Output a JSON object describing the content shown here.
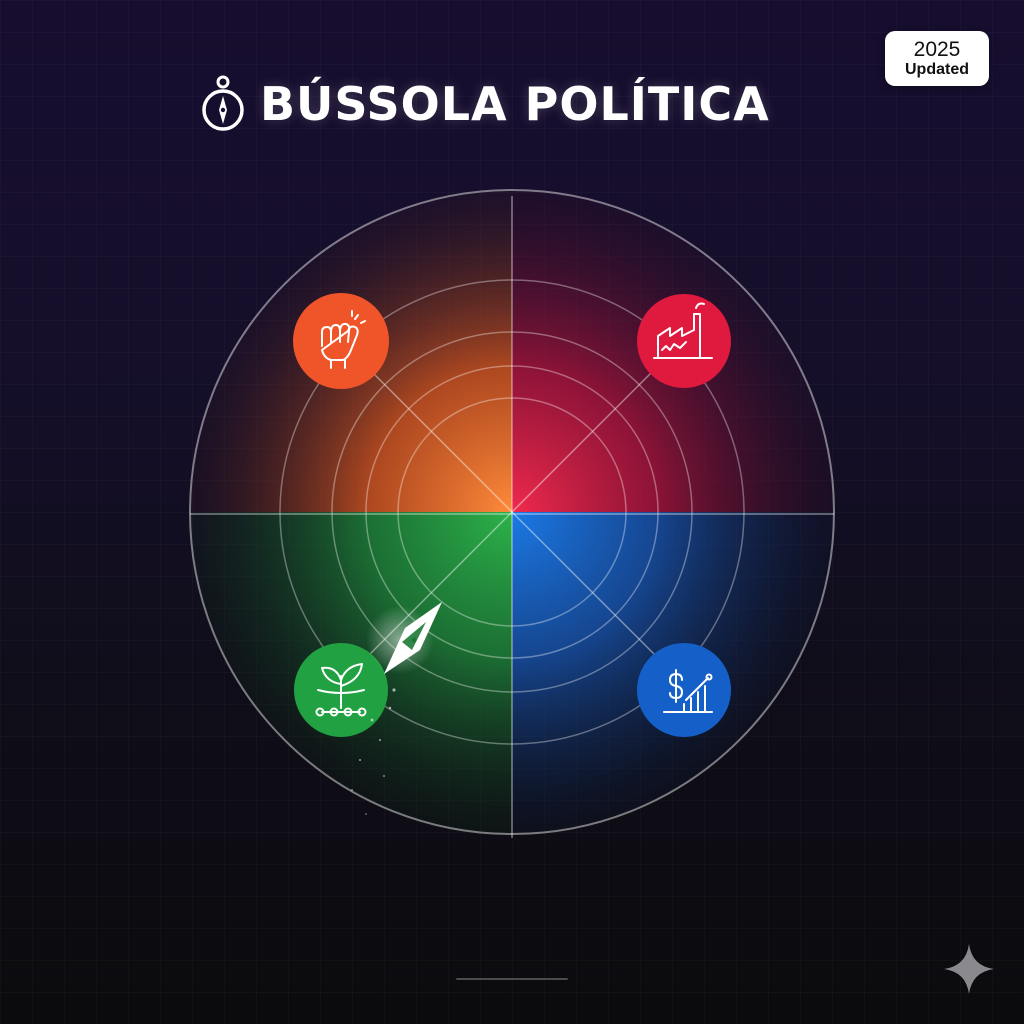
{
  "header": {
    "title": "BÚSSOLA POLÍTICA",
    "title_icon": "compass-icon"
  },
  "badge": {
    "year": "2025",
    "label": "Updated"
  },
  "quadrants": [
    {
      "position": "top-left",
      "color": "#f0552a",
      "icon": "raised-fist-icon"
    },
    {
      "position": "top-right",
      "color": "#e0193f",
      "icon": "factory-icon"
    },
    {
      "position": "bottom-left",
      "color": "#21a142",
      "icon": "plant-network-icon"
    },
    {
      "position": "bottom-right",
      "color": "#1560c8",
      "icon": "dollar-growth-chart-icon"
    }
  ],
  "needle": {
    "quadrant": "bottom-left"
  },
  "decorations": {
    "corner_icon": "sparkle-icon"
  }
}
